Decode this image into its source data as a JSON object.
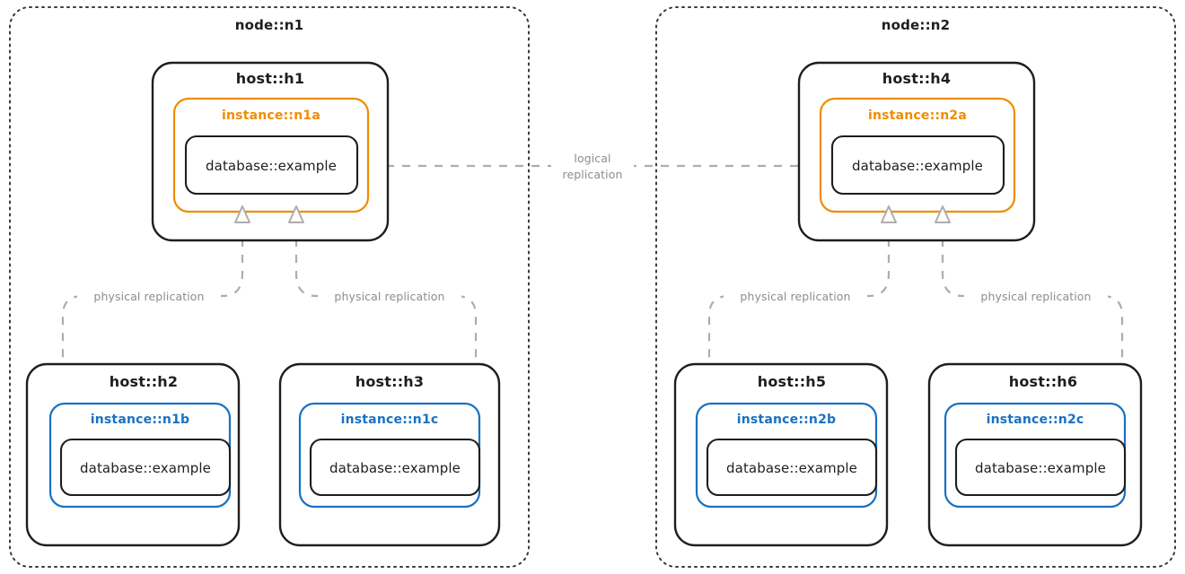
{
  "diagram": {
    "title_text": "",
    "colors": {
      "orange": "#f08c00",
      "blue": "#1971c2",
      "black": "#1e1e1e",
      "edge_gray": "#adadad",
      "label_gray": "#8d8d8d",
      "background": "#ffffff"
    },
    "nodes": [
      {
        "id": "n1",
        "label": "node::n1"
      },
      {
        "id": "n2",
        "label": "node::n2"
      }
    ],
    "hosts": [
      {
        "id": "h1",
        "label": "host::h1"
      },
      {
        "id": "h2",
        "label": "host::h2"
      },
      {
        "id": "h3",
        "label": "host::h3"
      },
      {
        "id": "h4",
        "label": "host::h4"
      },
      {
        "id": "h5",
        "label": "host::h5"
      },
      {
        "id": "h6",
        "label": "host::h6"
      }
    ],
    "instances": [
      {
        "id": "n1a",
        "label": "instance::n1a",
        "role": "primary",
        "color": "#f08c00"
      },
      {
        "id": "n1b",
        "label": "instance::n1b",
        "role": "standby",
        "color": "#1971c2"
      },
      {
        "id": "n1c",
        "label": "instance::n1c",
        "role": "standby",
        "color": "#1971c2"
      },
      {
        "id": "n2a",
        "label": "instance::n2a",
        "role": "primary",
        "color": "#f08c00"
      },
      {
        "id": "n2b",
        "label": "instance::n2b",
        "role": "standby",
        "color": "#1971c2"
      },
      {
        "id": "n2c",
        "label": "instance::n2c",
        "role": "standby",
        "color": "#1971c2"
      }
    ],
    "databases": [
      {
        "id": "db-n1a",
        "label": "database::example"
      },
      {
        "id": "db-n1b",
        "label": "database::example"
      },
      {
        "id": "db-n1c",
        "label": "database::example"
      },
      {
        "id": "db-n2a",
        "label": "database::example"
      },
      {
        "id": "db-n2b",
        "label": "database::example"
      },
      {
        "id": "db-n2c",
        "label": "database::example"
      }
    ],
    "edges": [
      {
        "id": "logical",
        "label_line1": "logical",
        "label_line2": "replication",
        "from": "n2a",
        "to": "n1a",
        "kind": "logical"
      },
      {
        "id": "phys-h2",
        "label": "physical replication",
        "from": "n1a",
        "to": "n1b",
        "kind": "physical"
      },
      {
        "id": "phys-h3",
        "label": "physical replication",
        "from": "n1a",
        "to": "n1c",
        "kind": "physical"
      },
      {
        "id": "phys-h5",
        "label": "physical replication",
        "from": "n2a",
        "to": "n2b",
        "kind": "physical"
      },
      {
        "id": "phys-h6",
        "label": "physical replication",
        "from": "n2a",
        "to": "n2c",
        "kind": "physical"
      }
    ]
  }
}
